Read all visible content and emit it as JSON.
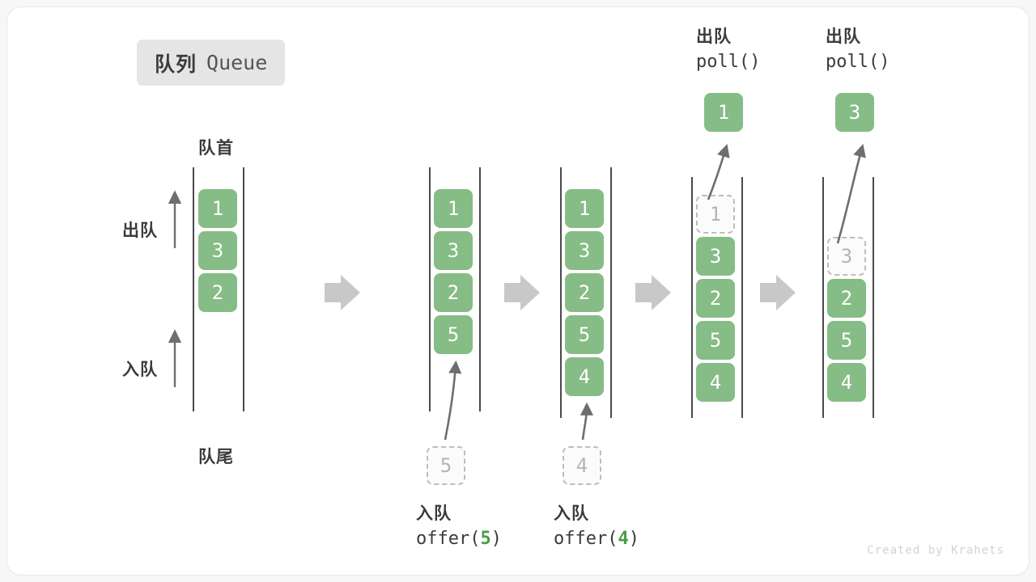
{
  "title": {
    "cn": "队列",
    "en": "Queue"
  },
  "labels": {
    "head": "队首",
    "tail": "队尾",
    "dequeue": "出队",
    "enqueue": "入队"
  },
  "watermark": "Created by Krahets",
  "colors": {
    "cell_fill": "#86bc86",
    "cell_text": "#ffffff",
    "ghost_border": "#bdbdbd",
    "ghost_text": "#b5b5b5",
    "rail": "#4a4a4a",
    "arrow_gray": "#6e6e6e",
    "step_arrow": "#c8c8c8",
    "badge_bg": "#e5e5e5",
    "accent_green": "#4a9c4a",
    "text_dark": "#3b3b3b"
  },
  "operations": [
    {
      "id": "offer5",
      "cn": "入队",
      "code_prefix": "offer(",
      "code_num": "5",
      "code_suffix": ")"
    },
    {
      "id": "offer4",
      "cn": "入队",
      "code_prefix": "offer(",
      "code_num": "4",
      "code_suffix": ")"
    },
    {
      "id": "poll1",
      "cn": "出队",
      "code_prefix": "poll(",
      "code_num": "",
      "code_suffix": ")"
    },
    {
      "id": "poll2",
      "cn": "出队",
      "code_prefix": "poll(",
      "code_num": "",
      "code_suffix": ")"
    }
  ],
  "columns": [
    {
      "id": "col-initial",
      "cells": [
        {
          "value": "1",
          "state": "filled"
        },
        {
          "value": "3",
          "state": "filled"
        },
        {
          "value": "2",
          "state": "filled"
        }
      ]
    },
    {
      "id": "col-after-offer5",
      "cells": [
        {
          "value": "1",
          "state": "filled"
        },
        {
          "value": "3",
          "state": "filled"
        },
        {
          "value": "2",
          "state": "filled"
        },
        {
          "value": "5",
          "state": "filled"
        }
      ]
    },
    {
      "id": "col-after-offer4",
      "cells": [
        {
          "value": "1",
          "state": "filled"
        },
        {
          "value": "3",
          "state": "filled"
        },
        {
          "value": "2",
          "state": "filled"
        },
        {
          "value": "5",
          "state": "filled"
        },
        {
          "value": "4",
          "state": "filled"
        }
      ]
    },
    {
      "id": "col-after-poll1",
      "cells": [
        {
          "value": "1",
          "state": "ghost"
        },
        {
          "value": "3",
          "state": "filled"
        },
        {
          "value": "2",
          "state": "filled"
        },
        {
          "value": "5",
          "state": "filled"
        },
        {
          "value": "4",
          "state": "filled"
        }
      ]
    },
    {
      "id": "col-after-poll2",
      "cells": [
        {
          "value": "",
          "state": "empty"
        },
        {
          "value": "3",
          "state": "ghost"
        },
        {
          "value": "2",
          "state": "filled"
        },
        {
          "value": "5",
          "state": "filled"
        },
        {
          "value": "4",
          "state": "filled"
        }
      ]
    }
  ],
  "incoming": [
    {
      "id": "incoming-5",
      "value": "5"
    },
    {
      "id": "incoming-4",
      "value": "4"
    }
  ],
  "outgoing": [
    {
      "id": "outgoing-1",
      "value": "1"
    },
    {
      "id": "outgoing-3",
      "value": "3"
    }
  ]
}
